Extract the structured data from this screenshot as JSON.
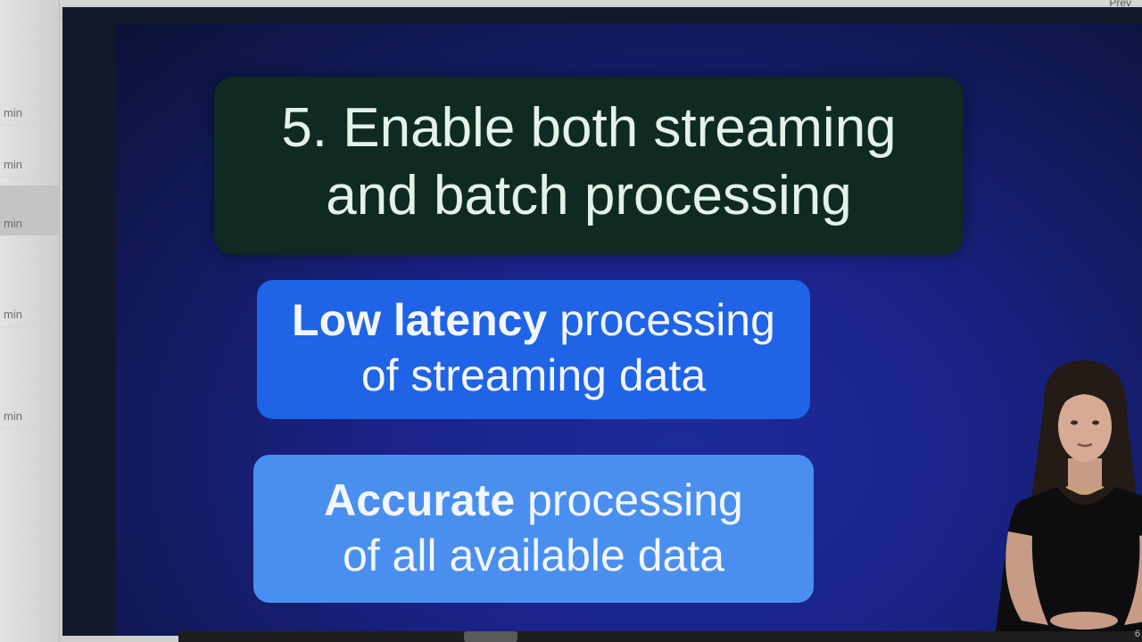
{
  "browser": {
    "corner_text": "Prev"
  },
  "sidebar": {
    "items": [
      {
        "duration": "min"
      },
      {
        "duration": "min"
      },
      {
        "duration": "min"
      },
      {
        "duration": "min"
      },
      {
        "duration": "min"
      }
    ]
  },
  "slide": {
    "title": "5. Enable both streaming\nand batch processing",
    "card1": {
      "strong": "Low latency",
      "rest": " processing",
      "line2": "of streaming data"
    },
    "card2": {
      "strong": "Accurate",
      "rest": " processing",
      "line2": "of all available data"
    }
  },
  "player": {
    "corner_number": "6"
  },
  "colors": {
    "slide_background": "#1a238a",
    "title_box": "#0f2a22",
    "card1": "#1f63e6",
    "card2": "#4a8ff0"
  }
}
